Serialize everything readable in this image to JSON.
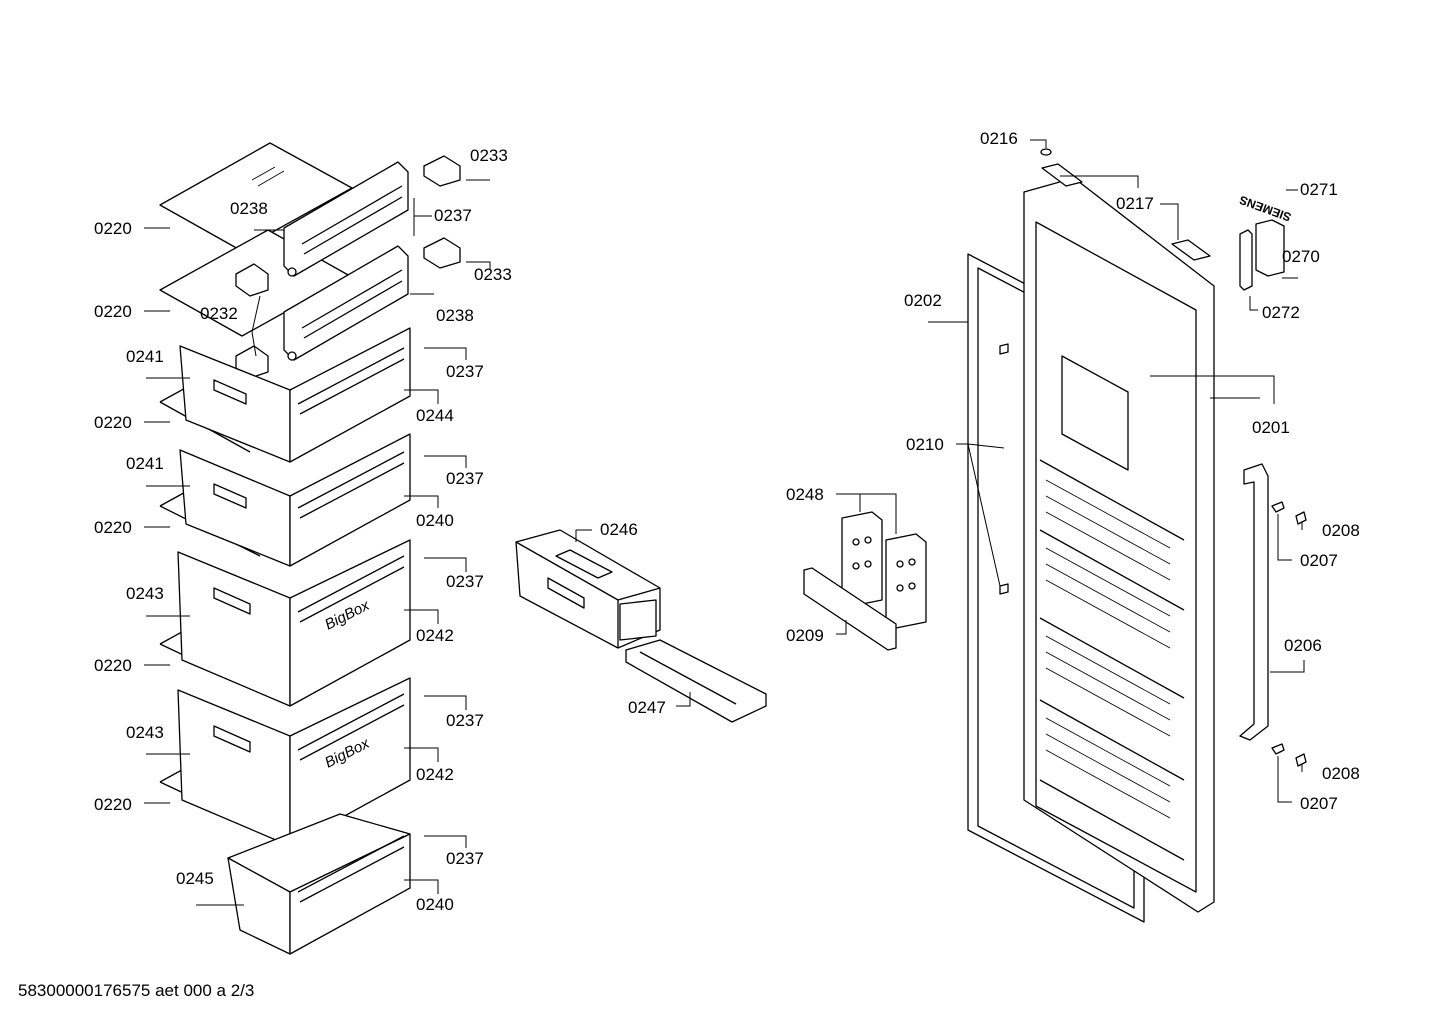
{
  "doc_code": "58300000176575 aet 000 a 2/3",
  "brand_logo": "SIEMENS",
  "drawer_text": "BigBox",
  "labels": {
    "p0201": "0201",
    "p0202": "0202",
    "p0206": "0206",
    "p0207": "0207",
    "p0208": "0208",
    "p0209": "0209",
    "p0210": "0210",
    "p0216": "0216",
    "p0217": "0217",
    "p0220": "0220",
    "p0232": "0232",
    "p0233": "0233",
    "p0237": "0237",
    "p0238": "0238",
    "p0240": "0240",
    "p0241": "0241",
    "p0242": "0242",
    "p0243": "0243",
    "p0244": "0244",
    "p0245": "0245",
    "p0246": "0246",
    "p0247": "0247",
    "p0248": "0248",
    "p0270": "0270",
    "p0271": "0271",
    "p0272": "0272"
  }
}
